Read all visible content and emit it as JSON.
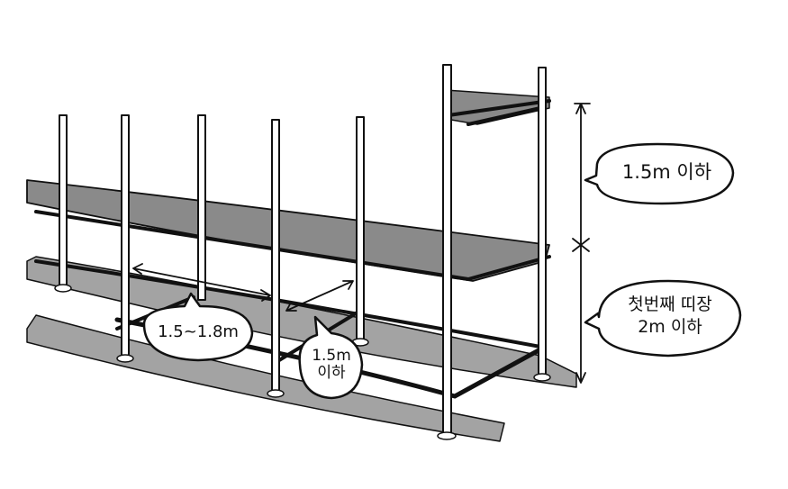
{
  "labels": {
    "upper_height": "1.5m 이하",
    "bay_span": "1.5~1.8m",
    "depth_line1": "1.5m",
    "depth_line2": "이하",
    "first_ledger_line1": "첫번째 띠장",
    "first_ledger_line2": "2m 이하"
  },
  "colors": {
    "ink": "#111111",
    "board": "#8a8a8a",
    "ground": "#a3a3a3",
    "background": "#ffffff"
  }
}
